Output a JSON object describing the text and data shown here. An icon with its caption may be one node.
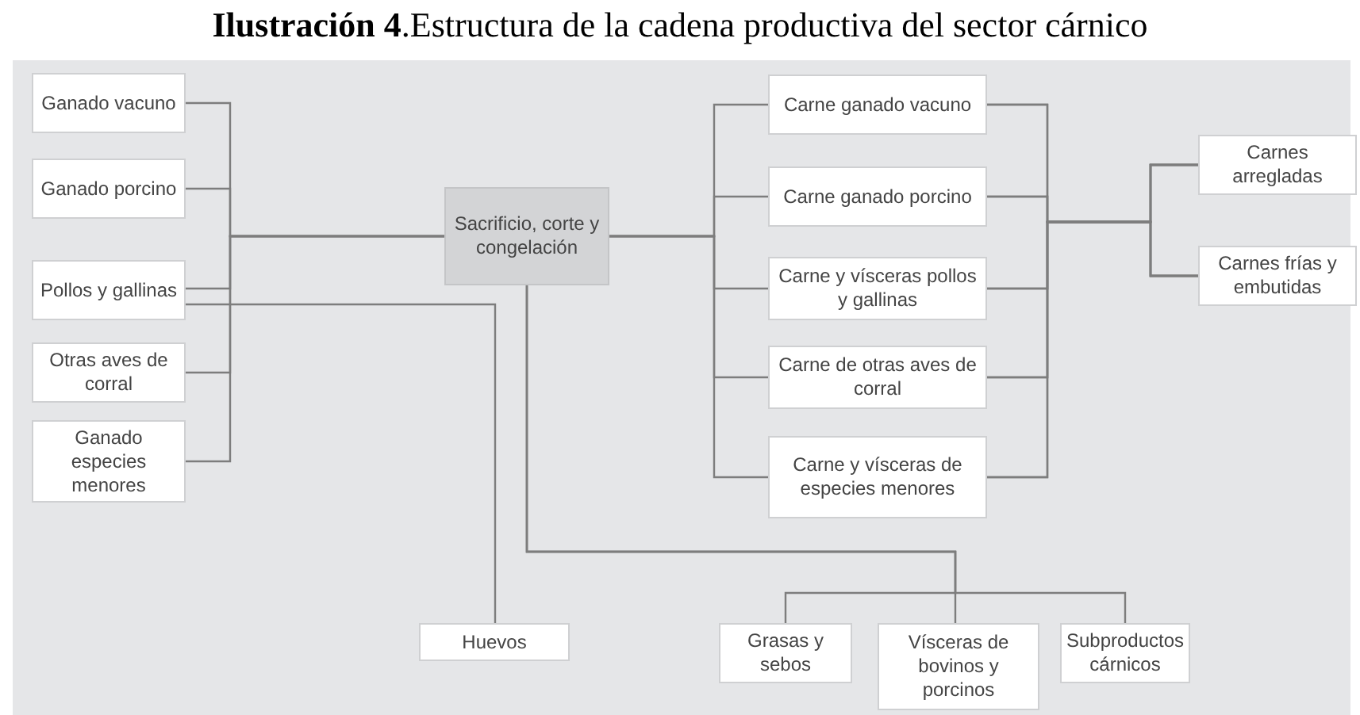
{
  "diagram": {
    "title": "**Ilustración 4**.Estructura de la cadena productiva del sector cárnico",
    "nodes": [
      {
        "text": [
          "Ganado vacuno"
        ]
      },
      {
        "text": [
          "Ganado porcino"
        ]
      },
      {
        "text": [
          "Pollos y gallinas"
        ]
      },
      {
        "text": [
          "Otras aves de corral"
        ]
      },
      {
        "text": [
          "Ganado especies menores"
        ]
      },
      {
        "text": [
          "Sacrificio, corte y congelación"
        ]
      },
      {
        "text": [
          "Carne ganado vacuno"
        ]
      },
      {
        "text": [
          "Carne ganado porcino"
        ]
      },
      {
        "text": [
          "Carne y vísceras pollos y gallinas"
        ]
      },
      {
        "text": [
          "Carne de otras aves de corral"
        ]
      },
      {
        "text": [
          "Carne y vísceras de especies menores"
        ]
      },
      {
        "text": [
          "Carnes arregladas"
        ]
      },
      {
        "text": [
          "Carnes frías y embutidas"
        ]
      },
      {
        "text": [
          "Huevos"
        ]
      },
      {
        "text": [
          "Grasas y sebos"
        ]
      },
      {
        "text": [
          "Vísceras de bovinos y porcinos"
        ]
      },
      {
        "text": [
          "Subproductos cárnicos"
        ]
      }
    ],
    "edges": [
      {
        "from": 0,
        "to": 5,
        "arrow": "none"
      },
      {
        "from": 1,
        "to": 5,
        "arrow": "none"
      },
      {
        "from": 2,
        "to": 5,
        "arrow": "none"
      },
      {
        "from": 3,
        "to": 5,
        "arrow": "none"
      },
      {
        "from": 4,
        "to": 5,
        "arrow": "none"
      },
      {
        "from": 2,
        "to": 13,
        "arrow": "none"
      },
      {
        "from": 5,
        "to": 6,
        "arrow": "none"
      },
      {
        "from": 5,
        "to": 7,
        "arrow": "none"
      },
      {
        "from": 5,
        "to": 8,
        "arrow": "none"
      },
      {
        "from": 5,
        "to": 9,
        "arrow": "none"
      },
      {
        "from": 5,
        "to": 10,
        "arrow": "none"
      },
      {
        "from": 6,
        "to": 11,
        "arrow": "none"
      },
      {
        "from": 7,
        "to": 11,
        "arrow": "none"
      },
      {
        "from": 8,
        "to": 11,
        "arrow": "none"
      },
      {
        "from": 9,
        "to": 11,
        "arrow": "none"
      },
      {
        "from": 10,
        "to": 11,
        "arrow": "none"
      },
      {
        "from": 6,
        "to": 12,
        "arrow": "none"
      },
      {
        "from": 7,
        "to": 12,
        "arrow": "none"
      },
      {
        "from": 8,
        "to": 12,
        "arrow": "none"
      },
      {
        "from": 9,
        "to": 12,
        "arrow": "none"
      },
      {
        "from": 10,
        "to": 12,
        "arrow": "none"
      },
      {
        "from": 5,
        "to": 14,
        "arrow": "none"
      },
      {
        "from": 5,
        "to": 15,
        "arrow": "none"
      },
      {
        "from": 5,
        "to": 16,
        "arrow": "none"
      }
    ]
  }
}
